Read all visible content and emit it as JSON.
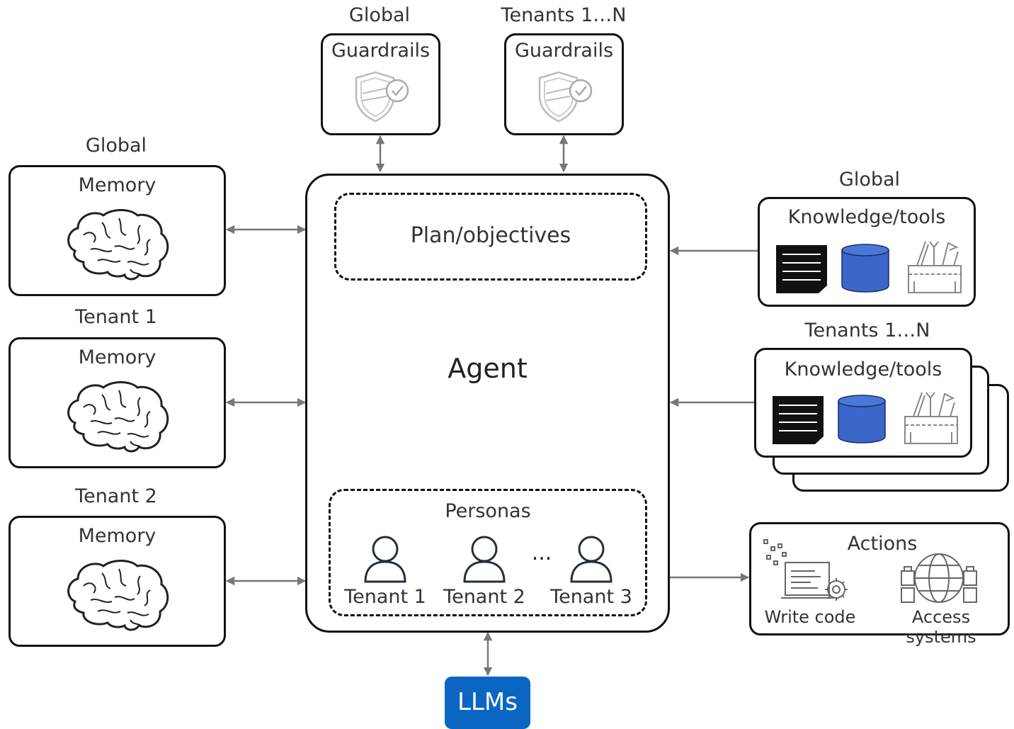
{
  "guardrails": {
    "global": {
      "scope": "Global",
      "title": "Guardrails",
      "icon": "shield-check-icon"
    },
    "tenants": {
      "scope": "Tenants 1…N",
      "title": "Guardrails",
      "icon": "shield-check-icon"
    }
  },
  "memory": [
    {
      "scope": "Global",
      "title": "Memory",
      "icon": "brain-icon"
    },
    {
      "scope": "Tenant 1",
      "title": "Memory",
      "icon": "brain-icon"
    },
    {
      "scope": "Tenant 2",
      "title": "Memory",
      "icon": "brain-icon"
    }
  ],
  "agent": {
    "title": "Agent",
    "plan": "Plan/objectives",
    "personas": {
      "title": "Personas",
      "ellipsis": "...",
      "items": [
        "Tenant 1",
        "Tenant 2",
        "Tenant 3"
      ]
    }
  },
  "knowledge": {
    "global": {
      "scope": "Global",
      "title": "Knowledge/tools"
    },
    "tenants": {
      "scope": "Tenants 1…N",
      "title": "Knowledge/tools"
    }
  },
  "actions": {
    "title": "Actions",
    "items": [
      "Write code",
      "Access systems"
    ]
  },
  "llm": {
    "label": "LLMs",
    "color": "#0a66c2"
  },
  "colors": {
    "database": "#3a67c9",
    "connector": "#777777"
  }
}
